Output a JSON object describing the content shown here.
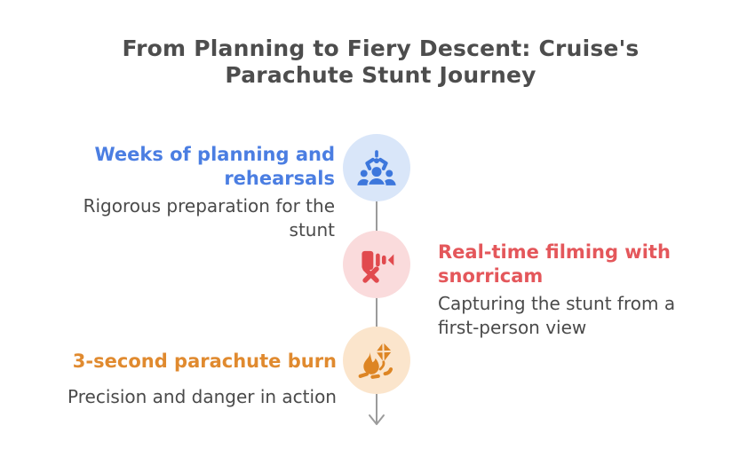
{
  "title": "From Planning to Fiery Descent: Cruise's\nParachute Stunt Journey",
  "title_color": "#4d4d4d",
  "body_text_color": "#4a4a4a",
  "timeline": {
    "line_color": "#9b9b9b",
    "direction": "vertical",
    "arrow": "down"
  },
  "steps": [
    {
      "title": "Weeks of planning and\nrehearsals",
      "description": "Rigorous preparation for the\nstunt",
      "accent_color": "#4b7ee2",
      "icon": "team-planning-icon",
      "icon_color": "#3d77dc",
      "icon_bg": "#d9e6f9",
      "side": "left"
    },
    {
      "title": "Real-time filming with\nsnorricam",
      "description": "Capturing the stunt from a\nfirst-person view",
      "accent_color": "#e4575b",
      "icon": "video-camera-x-icon",
      "icon_color": "#e14a4e",
      "icon_bg": "#fadbdc",
      "side": "right"
    },
    {
      "title": "3-second parachute burn",
      "description": "Precision and danger in action",
      "accent_color": "#e08a2f",
      "icon": "campfire-kite-icon",
      "icon_color": "#dd8524",
      "icon_bg": "#fbe5cc",
      "side": "left"
    }
  ]
}
